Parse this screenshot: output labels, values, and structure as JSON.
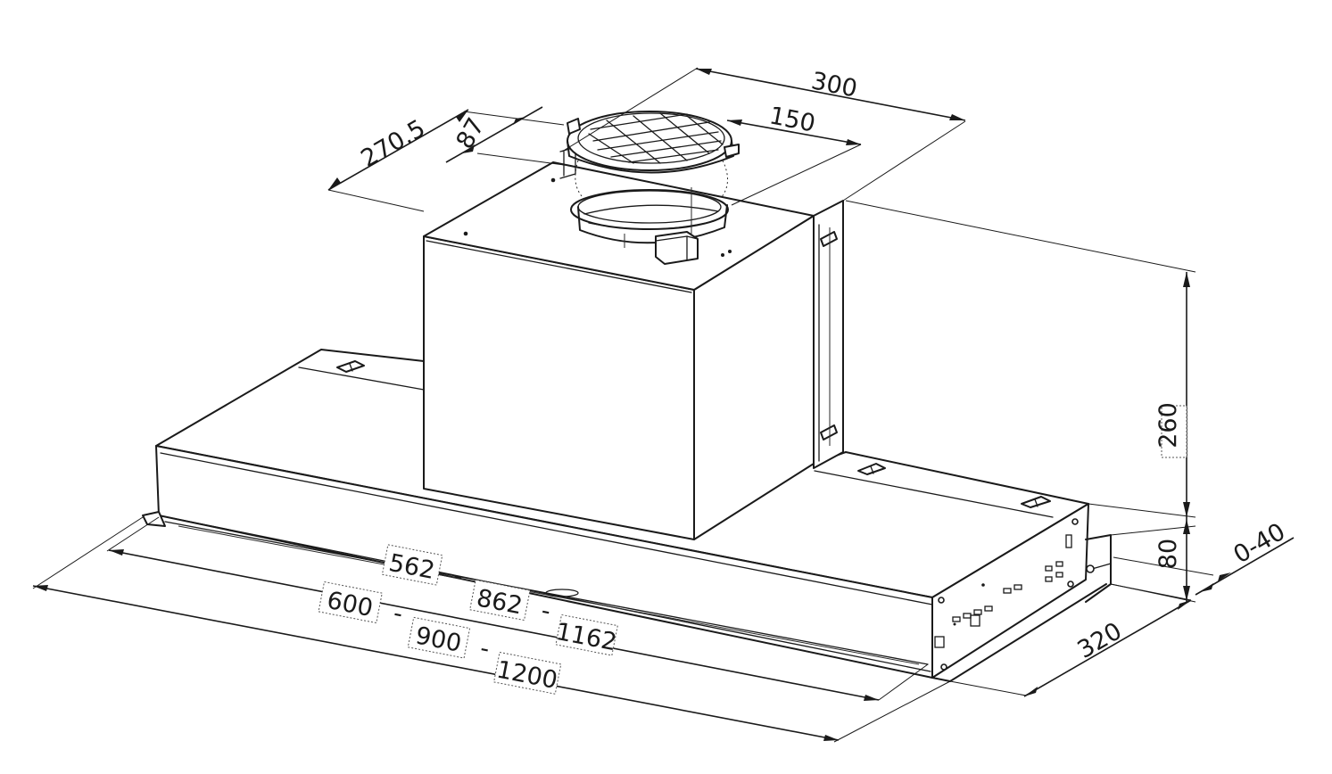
{
  "dimensions": {
    "top_width": "300",
    "outlet_diameter": "150",
    "outlet_offset_depth": "270.5",
    "outlet_offset_small": "87",
    "chimney_height": "260",
    "body_height": "80",
    "adjust_range": "0-40",
    "depth": "320",
    "inner_width": {
      "a": "562",
      "sep1": "-",
      "b": "862",
      "sep2": "-",
      "c": "1162"
    },
    "outer_width": {
      "a": "600",
      "sep1": "-",
      "b": "900",
      "sep2": "-",
      "c": "1200"
    }
  },
  "colors": {
    "line": "#1a1a1a",
    "background": "#ffffff"
  },
  "icons": [
    "outlet-grille-icon",
    "non-return-flap-icon",
    "control-panel-icon"
  ]
}
